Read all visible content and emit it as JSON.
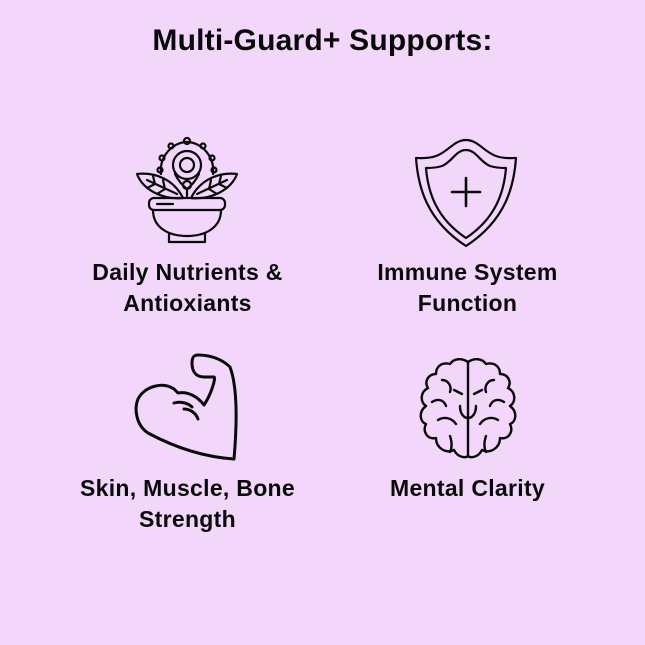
{
  "header": {
    "title": "Multi-Guard+ Supports:"
  },
  "colors": {
    "background": "#f2d7fb",
    "text": "#0a0a0a",
    "icon_stroke": "#0a0a0a"
  },
  "benefits": [
    {
      "icon": "plant-bowl-icon",
      "line1": "Daily Nutrients &",
      "line2": "Antioxiants"
    },
    {
      "icon": "shield-plus-icon",
      "line1": "Immune System",
      "line2": "Function"
    },
    {
      "icon": "flexed-arm-icon",
      "line1": "Skin, Muscle, Bone",
      "line2": "Strength"
    },
    {
      "icon": "brain-icon",
      "line1": "Mental Clarity",
      "line2": ""
    }
  ]
}
